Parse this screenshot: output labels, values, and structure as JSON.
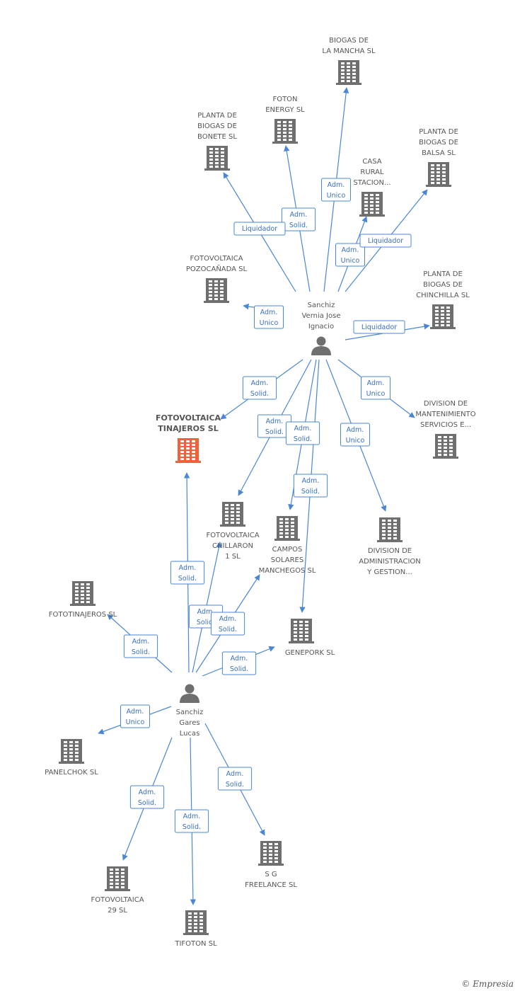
{
  "colors": {
    "edge": "#4a86d6",
    "building": "#6f6f6f",
    "focus": "#f0623c",
    "person": "#6f6f6f"
  },
  "nodes": [
    {
      "id": "biogas_mancha",
      "type": "company",
      "lines": [
        "BIOGAS DE",
        "LA MANCHA SL"
      ]
    },
    {
      "id": "foton_energy",
      "type": "company",
      "lines": [
        "FOTON",
        "ENERGY SL"
      ]
    },
    {
      "id": "planta_bonete",
      "type": "company",
      "lines": [
        "PLANTA DE",
        "BIOGAS DE",
        "BONETE SL"
      ]
    },
    {
      "id": "planta_balsa",
      "type": "company",
      "lines": [
        "PLANTA DE",
        "BIOGAS DE",
        "BALSA  SL"
      ]
    },
    {
      "id": "casa_rural",
      "type": "company",
      "lines": [
        "CASA",
        "RURAL",
        "STACION..."
      ]
    },
    {
      "id": "foto_pozo",
      "type": "company",
      "lines": [
        "FOTOVOLTAICA",
        "POZOCAÑADA SL"
      ]
    },
    {
      "id": "planta_chinchilla",
      "type": "company",
      "lines": [
        "PLANTA DE",
        "BIOGAS DE",
        "CHINCHILLA  SL"
      ]
    },
    {
      "id": "sanchiz_vernia",
      "type": "person",
      "lines": [
        "Sanchiz",
        "Vernia Jose",
        "Ignacio"
      ]
    },
    {
      "id": "foto_tinajeros",
      "type": "focus",
      "lines": [
        "FOTOVOLTAICA",
        "TINAJEROS SL"
      ]
    },
    {
      "id": "division_mant",
      "type": "company",
      "lines": [
        "DIVISION DE",
        "MANTENIMIENTO",
        "SERVICIOS E..."
      ]
    },
    {
      "id": "foto_chillaron",
      "type": "company",
      "lines": [
        "FOTOVOLTAICA",
        "CHILLARON",
        "1 SL"
      ]
    },
    {
      "id": "campos_solares",
      "type": "company",
      "lines": [
        "CAMPOS",
        "SOLARES",
        "MANCHEGOS SL"
      ]
    },
    {
      "id": "division_admin",
      "type": "company",
      "lines": [
        "DIVISION DE",
        "ADMINISTRACION",
        "Y GESTION..."
      ]
    },
    {
      "id": "fototinajeros",
      "type": "company",
      "lines": [
        "FOTOTINAJEROS SL"
      ]
    },
    {
      "id": "genepork",
      "type": "company",
      "lines": [
        "GENEPORK SL"
      ]
    },
    {
      "id": "sanchiz_gares",
      "type": "person",
      "lines": [
        "Sanchiz",
        "Gares",
        "Lucas"
      ]
    },
    {
      "id": "panelchok",
      "type": "company",
      "lines": [
        "PANELCHOK SL"
      ]
    },
    {
      "id": "foto_29",
      "type": "company",
      "lines": [
        "FOTOVOLTAICA",
        "29 SL"
      ]
    },
    {
      "id": "tifoton",
      "type": "company",
      "lines": [
        "TIFOTON SL"
      ]
    },
    {
      "id": "sg_freelance",
      "type": "company",
      "lines": [
        "S G",
        "FREELANCE SL"
      ]
    }
  ],
  "relations": [
    {
      "from": "sanchiz_vernia",
      "to": "biogas_mancha",
      "label": [
        "Adm.",
        "Unico"
      ]
    },
    {
      "from": "sanchiz_vernia",
      "to": "foton_energy",
      "label": [
        "Adm.",
        "Solid."
      ]
    },
    {
      "from": "sanchiz_vernia",
      "to": "planta_bonete",
      "label": [
        "Liquidador"
      ]
    },
    {
      "from": "sanchiz_vernia",
      "to": "casa_rural",
      "label": [
        "Adm.",
        "Unico"
      ]
    },
    {
      "from": "sanchiz_vernia",
      "to": "planta_balsa",
      "label": [
        "Liquidador"
      ]
    },
    {
      "from": "sanchiz_vernia",
      "to": "foto_pozo",
      "label": [
        "Adm.",
        "Unico"
      ]
    },
    {
      "from": "sanchiz_vernia",
      "to": "planta_chinchilla",
      "label": [
        "Liquidador"
      ]
    },
    {
      "from": "sanchiz_vernia",
      "to": "foto_tinajeros",
      "label": [
        "Adm.",
        "Solid."
      ]
    },
    {
      "from": "sanchiz_vernia",
      "to": "division_mant",
      "label": [
        "Adm.",
        "Unico"
      ]
    },
    {
      "from": "sanchiz_vernia",
      "to": "foto_chillaron",
      "label": [
        "Adm.",
        "Solid."
      ]
    },
    {
      "from": "sanchiz_vernia",
      "to": "campos_solares",
      "label": [
        "Adm.",
        "Solid."
      ]
    },
    {
      "from": "sanchiz_vernia",
      "to": "genepork",
      "label": [
        "Adm.",
        "Solid."
      ]
    },
    {
      "from": "sanchiz_vernia",
      "to": "division_admin",
      "label": [
        "Adm.",
        "Unico"
      ]
    },
    {
      "from": "sanchiz_gares",
      "to": "foto_tinajeros",
      "label": [
        "Adm.",
        "Solid."
      ]
    },
    {
      "from": "sanchiz_gares",
      "to": "foto_chillaron",
      "label": [
        "Adm.",
        "Solid."
      ]
    },
    {
      "from": "sanchiz_gares",
      "to": "campos_solares",
      "label": [
        "Adm.",
        "Solid."
      ]
    },
    {
      "from": "sanchiz_gares",
      "to": "fototinajeros",
      "label": [
        "Adm.",
        "Solid."
      ]
    },
    {
      "from": "sanchiz_gares",
      "to": "genepork",
      "label": [
        "Adm.",
        "Solid."
      ]
    },
    {
      "from": "sanchiz_gares",
      "to": "panelchok",
      "label": [
        "Adm.",
        "Unico"
      ]
    },
    {
      "from": "sanchiz_gares",
      "to": "foto_29",
      "label": [
        "Adm.",
        "Solid."
      ]
    },
    {
      "from": "sanchiz_gares",
      "to": "tifoton",
      "label": [
        "Adm.",
        "Solid."
      ]
    },
    {
      "from": "sanchiz_gares",
      "to": "sg_freelance",
      "label": [
        "Adm.",
        "Solid."
      ]
    }
  ],
  "footer": {
    "copyright": "©",
    "brand": "Empresia"
  }
}
